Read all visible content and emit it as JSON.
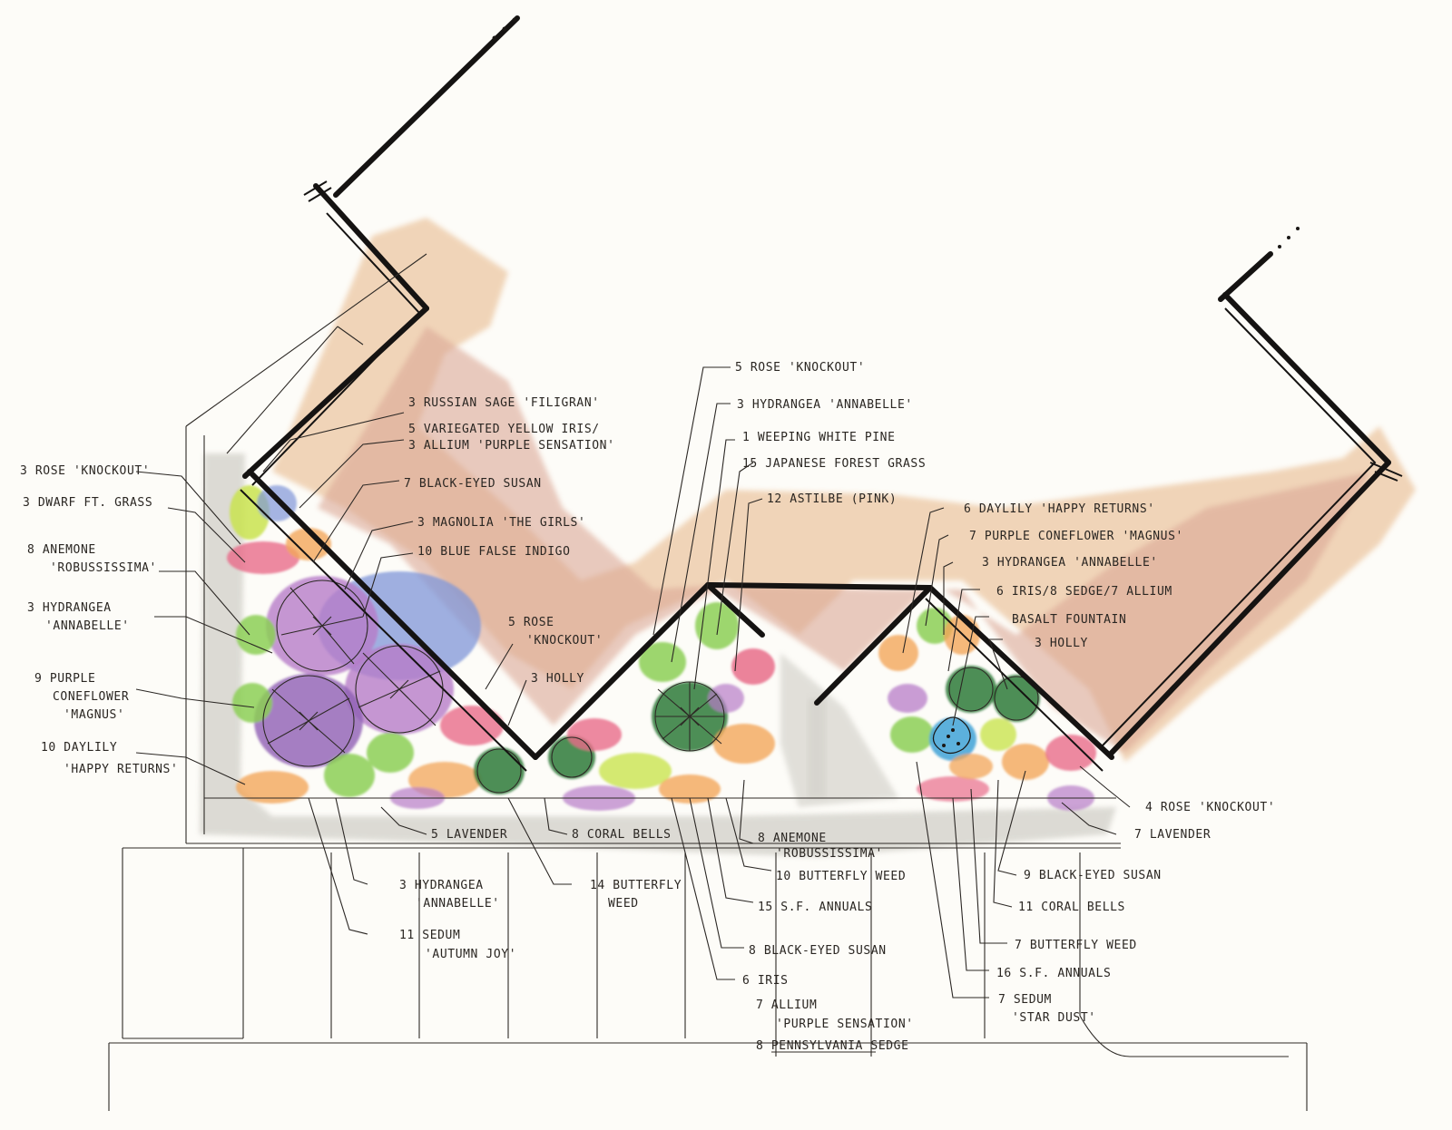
{
  "labels": {
    "russian_sage": "3 RUSSIAN SAGE 'FILIGRAN'",
    "variegated_iris_1": "5 VARIEGATED YELLOW IRIS/",
    "variegated_iris_2": "3 ALLIUM 'PURPLE SENSATION'",
    "black_eyed_susan_7": "7 BLACK-EYED SUSAN",
    "magnolia": "3 MAGNOLIA 'THE GIRLS'",
    "blue_false_indigo": "10 BLUE FALSE INDIGO",
    "rose_knockout_left": "3 ROSE 'KNOCKOUT'",
    "dwarf_grass": "3 DWARF FT. GRASS",
    "anemone_left_1": "8 ANEMONE",
    "anemone_left_2": "'ROBUSSISSIMA'",
    "hydrangea_left_1": "3 HYDRANGEA",
    "hydrangea_left_2": "'ANNABELLE'",
    "coneflower_left_1": "9 PURPLE",
    "coneflower_left_2": "CONEFLOWER",
    "coneflower_left_3": "'MAGNUS'",
    "daylily_left_1": "10 DAYLILY",
    "daylily_left_2": "'HAPPY RETURNS'",
    "rose_knockout_5a_1": "5 ROSE",
    "rose_knockout_5a_2": "'KNOCKOUT'",
    "holly_3a": "3 HOLLY",
    "rose_knockout_top": "5 ROSE 'KNOCKOUT'",
    "hydrangea_top": "3 HYDRANGEA 'ANNABELLE'",
    "weeping_pine": "1 WEEPING WHITE PINE",
    "forest_grass": "15 JAPANESE FOREST GRASS",
    "astilbe": "12 ASTILBE (PINK)",
    "daylily_right": "6 DAYLILY 'HAPPY RETURNS'",
    "coneflower_right": "7 PURPLE CONEFLOWER 'MAGNUS'",
    "hydrangea_right": "3 HYDRANGEA 'ANNABELLE'",
    "iris_sedge_allium": "6 IRIS/8 SEDGE/7 ALLIUM",
    "basalt_fountain": "BASALT FOUNTAIN",
    "holly_right": "3 HOLLY",
    "rose_knockout_right": "4 ROSE 'KNOCKOUT'",
    "lavender_right": "7 LAVENDER",
    "black_eyed_susan_9": "9 BLACK-EYED SUSAN",
    "coral_bells_11": "11 CORAL BELLS",
    "butterfly_weed_7": "7 BUTTERFLY WEED",
    "annuals_16": "16 S.F. ANNUALS",
    "sedum_star_1": "7 SEDUM",
    "sedum_star_2": "'STAR DUST'",
    "lavender_5": "5 LAVENDER",
    "coral_bells_8": "8 CORAL BELLS",
    "anemone_bottom_1": "8 ANEMONE",
    "anemone_bottom_2": "'ROBUSSISSIMA'",
    "butterfly_weed_10": "10 BUTTERFLY WEED",
    "annuals_15": "15 S.F. ANNUALS",
    "black_eyed_susan_8": "8 BLACK-EYED SUSAN",
    "iris_6": "6 IRIS",
    "allium_7_1": "7 ALLIUM",
    "allium_7_2": "'PURPLE SENSATION'",
    "sedge_8": "8 PENNSYLVANIA SEDGE",
    "hydrangea_bottom_1": "3 HYDRANGEA",
    "hydrangea_bottom_2": "'ANNABELLE'",
    "butterfly_weed_14_1": "14 BUTTERFLY",
    "butterfly_weed_14_2": "WEED",
    "sedum_autumn_1": "11 SEDUM",
    "sedum_autumn_2": "'AUTUMN JOY'"
  },
  "colors": {
    "wash_peach": "#ecc7a3",
    "wash_rose": "#dba896",
    "paving_gray": "#cfcdc6",
    "plant_purple": "#b77cc8",
    "plant_violet": "#8f5fb4",
    "plant_green": "#8ccf55",
    "plant_lime": "#c9e34f",
    "plant_pink": "#e86c8a",
    "plant_orange": "#f2a65a",
    "plant_blue": "#7f95d8",
    "dark_green": "#2f7a3a",
    "ink": "#1a1715"
  }
}
